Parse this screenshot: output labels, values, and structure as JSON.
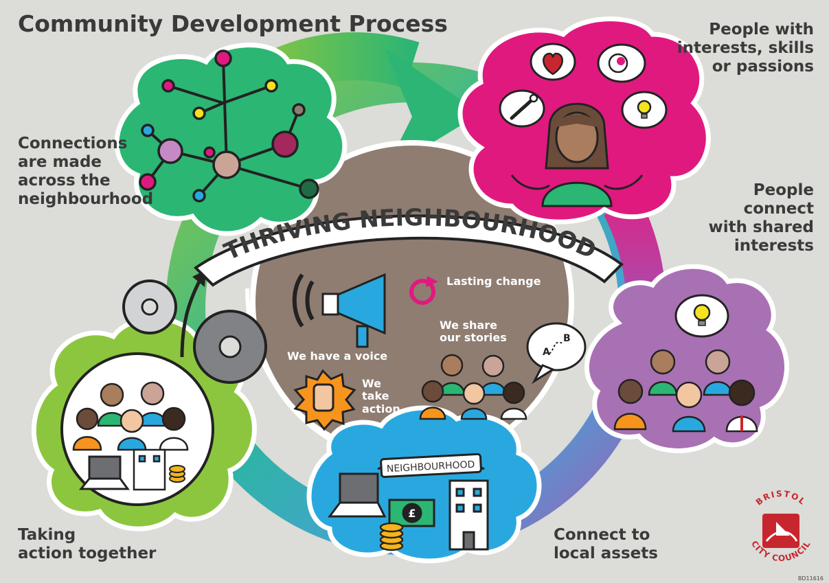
{
  "title": "Community Development Process",
  "stages": {
    "interests": [
      "People with",
      "interests, skills",
      "or passions"
    ],
    "shared": [
      "People",
      "connect",
      "with shared",
      "interests"
    ],
    "assets": [
      "Connect to",
      "local assets"
    ],
    "taking": [
      "Taking",
      "action together"
    ],
    "connections": [
      "Connections",
      "are made",
      "across the",
      "neighbourhood"
    ]
  },
  "center": {
    "banner": "THRIVING NEIGHBOURHOOD",
    "voice": "We have a voice",
    "action": [
      "We",
      "take",
      "action"
    ],
    "lasting": "Lasting change",
    "stories": [
      "We share",
      "our stories"
    ],
    "speech_letters": [
      "A",
      "B"
    ]
  },
  "assets_cloud": {
    "sign": "NEIGHBOURHOOD",
    "currency": "£"
  },
  "logo": {
    "text": "BRISTOL CITY COUNCIL"
  },
  "code": "BD11616",
  "colors": {
    "background": "#dcdcd8",
    "pink": "#e0197f",
    "purple": "#a871b3",
    "blue": "#29a8df",
    "green": "#8cc63f",
    "teal": "#2bb673",
    "brown": "#8f7d72",
    "text": "#3a3a3a",
    "logo_red": "#c8262e"
  }
}
